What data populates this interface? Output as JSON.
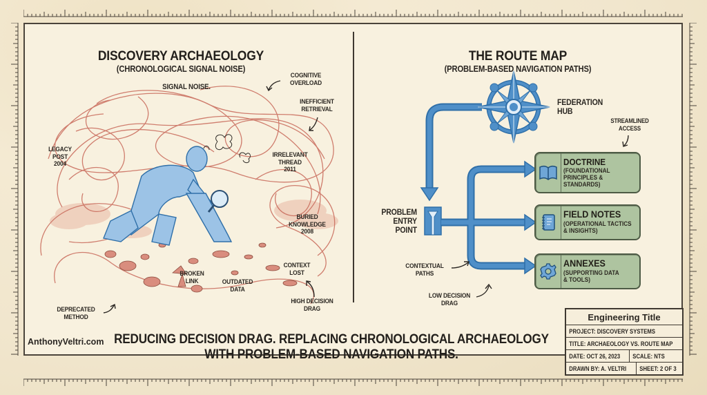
{
  "left_panel": {
    "title": "DISCOVERY ARCHAEOLOGY",
    "subtitle": "(CHRONOLOGICAL SIGNAL NOISE)",
    "labels": {
      "signal_noise": "SIGNAL NOISE.",
      "cognitive_overload": [
        "COGNITIVE",
        "OVERLOAD"
      ],
      "inefficient_retrieval": [
        "INEFFICIENT",
        "RETRIEVAL"
      ],
      "legacy_post": [
        "LEGACY",
        "POST",
        "2004"
      ],
      "irrelevant_thread": [
        "IRRELEVANT",
        "THREAD",
        "2011"
      ],
      "buried_knowledge": [
        "BURIED",
        "KNOWLEDGE",
        "2008"
      ],
      "context_lost": [
        "CONTEXT",
        "LOST"
      ],
      "broken_link": [
        "BROKEN",
        "LINK"
      ],
      "outdated_data": [
        "OUTDATED",
        "DATA"
      ],
      "deprecated_method": [
        "DEPRECATED",
        "METHOD"
      ],
      "high_decision_drag": [
        "HIGH DECISION",
        "DRAG"
      ]
    }
  },
  "right_panel": {
    "title": "THE ROUTE MAP",
    "subtitle": "(PROBLEM-BASED NAVIGATION PATHS)",
    "hub_label": [
      "FEDERATION",
      "HUB"
    ],
    "entry_label": [
      "PROBLEM",
      "ENTRY",
      "POINT"
    ],
    "streamlined_access": [
      "STREAMLINED",
      "ACCESS"
    ],
    "contextual_paths": [
      "CONTEXTUAL",
      "PATHS"
    ],
    "low_decision_drag": [
      "LOW DECISION",
      "DRAG"
    ],
    "cards": [
      {
        "icon": "book-icon",
        "title": "DOCTRINE",
        "sub": [
          "(FOUNDATIONAL",
          "PRINCIPLES &",
          "STANDARDS)"
        ]
      },
      {
        "icon": "notebook-icon",
        "title": "FIELD NOTES",
        "sub": [
          "(OPERATIONAL TACTICS",
          "& INSIGHTS)"
        ]
      },
      {
        "icon": "gear-icon",
        "title": "ANNEXES",
        "sub": [
          "(SUPPORTING DATA",
          "& TOOLS)"
        ]
      }
    ]
  },
  "caption": [
    "REDUCING DECISION DRAG. REPLACING CHRONOLOGICAL ARCHAEOLOGY",
    "WITH PROBLEM-BASED NAVIGATION PATHS."
  ],
  "site": "AnthonyVeltri.com",
  "title_block": {
    "heading": "Engineering Title",
    "project": "PROJECT: DISCOVERY SYSTEMS",
    "title": "TITLE: ARCHAEOLOGY VS. ROUTE MAP",
    "date": "DATE: OCT 26, 2023",
    "scale": "SCALE: NTS",
    "drawn_by": "DRAWN BY: A. VELTRI",
    "sheet": "SHEET: 2 OF 3"
  },
  "colors": {
    "paper": "#f8f1df",
    "frame": "#4a433a",
    "noise_red": "#c8695a",
    "route_blue": "#4a86be",
    "card_green": "#aec4a0"
  }
}
